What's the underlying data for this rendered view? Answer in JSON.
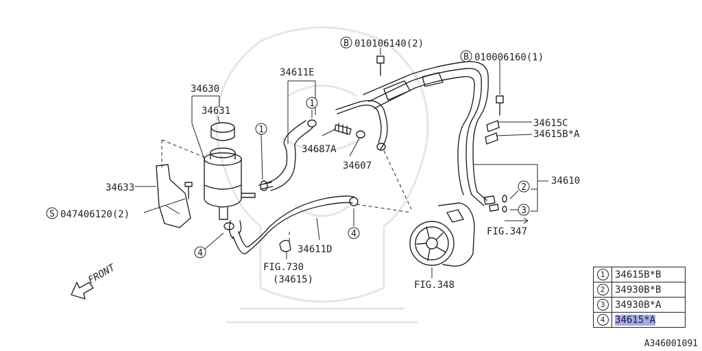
{
  "labels": {
    "bolt_top": "010106140(2)",
    "bolt_top_prefix": "B",
    "bolt_right": "010006160(1)",
    "bolt_right_prefix": "B",
    "hose_upper": "34611E",
    "reservoir": "34630",
    "cap": "34631",
    "bracket": "34633",
    "screw": "047406120(2)",
    "screw_prefix": "S",
    "fitting": "34687A",
    "clip_mid": "34607",
    "clamp_c": "34615C",
    "clamp_ba": "34615B*A",
    "pipe_assy": "34610",
    "fig347": "FIG.347",
    "hose_lower": "34611D",
    "fig730": "FIG.730",
    "fig730_sub": "(34615)",
    "fig348": "FIG.348",
    "front": "FRONT"
  },
  "callouts": {
    "c1a": "1",
    "c1b": "1",
    "c2": "2",
    "c3": "3",
    "c4a": "4",
    "c4b": "4"
  },
  "legend": [
    {
      "num": "1",
      "part": "34615B*B",
      "highlight": false
    },
    {
      "num": "2",
      "part": "34930B*B",
      "highlight": false
    },
    {
      "num": "3",
      "part": "34930B*A",
      "highlight": false
    },
    {
      "num": "4",
      "part": "34615*A",
      "highlight": true
    }
  ],
  "reference_code": "A346001091",
  "colors": {
    "line": "#222222",
    "highlight": "#a9a9ee",
    "watermark": "#e6e6e6"
  }
}
